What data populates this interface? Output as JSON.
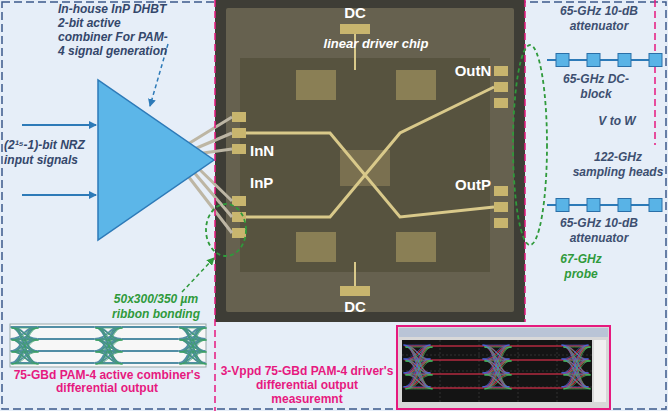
{
  "diagram": {
    "nodes": [
      {
        "text": [
          "linear driver chip"
        ]
      }
    ],
    "labels": [
      "In-house InP DHBT 2-bit active combiner For PAM-4 signal generation",
      "DC",
      "65-GHz 10-dB attenuator",
      "OutN",
      "65-GHz DC-block",
      "(2¹⁵-1)-bit NRZ input signals",
      "InN",
      "V to W",
      "122-GHz sampling heads",
      "InP",
      "OutP",
      "65-GHz 10-dB attenuator",
      "50x300/350 µm ribbon bonding",
      "67-GHz probe",
      "DC",
      "75-GBd PAM-4 active combiner's differential output",
      "3-Vppd 75-GBd PAM-4 driver's differential output measuremnt"
    ]
  }
}
